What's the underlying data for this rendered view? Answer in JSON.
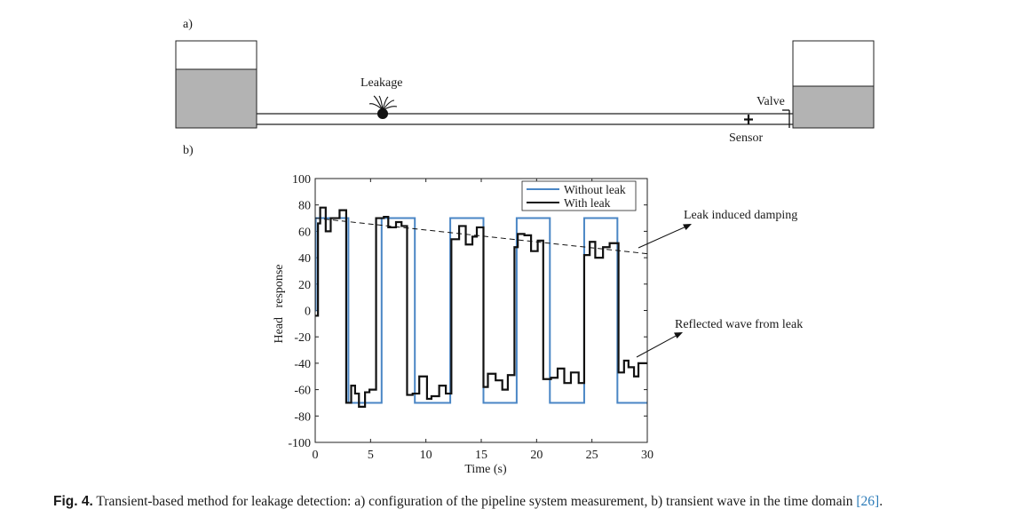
{
  "panels": {
    "a_label": "a)",
    "b_label": "b)"
  },
  "diagram": {
    "leakage_label": "Leakage",
    "valve_label": "Valve",
    "sensor_label": "Sensor"
  },
  "chart_data": {
    "type": "line",
    "xlabel": "Time (s)",
    "ylabel": "Head   response",
    "xlim": [
      0,
      30
    ],
    "ylim": [
      -100,
      100
    ],
    "xticks": [
      0,
      5,
      10,
      15,
      20,
      25,
      30
    ],
    "yticks": [
      100,
      80,
      60,
      40,
      20,
      0,
      -20,
      -40,
      -60,
      -80,
      -100
    ],
    "grid": false,
    "legend": "top-right",
    "series": [
      {
        "name": "Without leak",
        "color": "#4a86c5",
        "x": [
          0,
          0.05,
          0.05,
          3,
          3,
          6,
          6,
          9,
          9,
          12.2,
          12.2,
          15.2,
          15.2,
          18.2,
          18.2,
          21.2,
          21.2,
          24.3,
          24.3,
          27.3,
          27.3,
          30
        ],
        "y": [
          0,
          0,
          70,
          70,
          -70,
          -70,
          70,
          70,
          -70,
          -70,
          70,
          70,
          -70,
          -70,
          70,
          70,
          -70,
          -70,
          70,
          70,
          -70,
          -70
        ]
      },
      {
        "name": "With leak",
        "color": "#111111",
        "x": [
          0,
          0.25,
          0.25,
          0.45,
          0.45,
          0.95,
          0.95,
          1.4,
          1.4,
          2.2,
          2.2,
          2.8,
          2.8,
          3.25,
          3.25,
          3.6,
          3.6,
          3.95,
          3.95,
          4.5,
          4.5,
          4.9,
          4.9,
          5.5,
          5.5,
          6.2,
          6.2,
          6.6,
          6.6,
          7.3,
          7.3,
          7.8,
          7.8,
          8.3,
          8.3,
          8.8,
          8.8,
          9.4,
          9.4,
          10.1,
          10.1,
          10.5,
          10.5,
          11.2,
          11.2,
          11.8,
          11.8,
          12.3,
          12.3,
          13,
          13,
          13.6,
          13.6,
          14.2,
          14.2,
          14.6,
          14.6,
          15.2,
          15.2,
          15.6,
          15.6,
          16.3,
          16.3,
          16.9,
          16.9,
          17.4,
          17.4,
          18,
          18,
          18.3,
          18.3,
          18.9,
          18.9,
          19.5,
          19.5,
          20.1,
          20.1,
          20.6,
          20.6,
          21.3,
          21.3,
          21.9,
          21.9,
          22.5,
          22.5,
          23.1,
          23.1,
          23.8,
          23.8,
          24.3,
          24.3,
          24.8,
          24.8,
          25.3,
          25.3,
          26,
          26,
          26.6,
          26.6,
          27.4,
          27.4,
          27.9,
          27.9,
          28.3,
          28.3,
          28.8,
          28.8,
          29.2,
          29.2,
          30
        ],
        "y": [
          -4,
          -4,
          66,
          66,
          78,
          78,
          60,
          60,
          70,
          70,
          76,
          76,
          -70,
          -70,
          -57,
          -57,
          -63,
          -63,
          -73,
          -73,
          -62,
          -62,
          -60,
          -60,
          70,
          70,
          71,
          71,
          63,
          63,
          67,
          67,
          64,
          64,
          -64,
          -64,
          -63,
          -63,
          -50,
          -50,
          -67,
          -67,
          -65,
          -65,
          -57,
          -57,
          -63,
          -63,
          54,
          54,
          64,
          64,
          50,
          50,
          56,
          56,
          63,
          63,
          -58,
          -58,
          -48,
          -48,
          -53,
          -53,
          -60,
          -60,
          -49,
          -49,
          48,
          48,
          58,
          58,
          57,
          57,
          45,
          45,
          53,
          53,
          -52,
          -52,
          -51,
          -51,
          -44,
          -44,
          -55,
          -55,
          -47,
          -47,
          -55,
          -55,
          42,
          42,
          52,
          52,
          40,
          40,
          48,
          48,
          51,
          51,
          -47,
          -47,
          -38,
          -38,
          -43,
          -43,
          -50,
          -50,
          -40,
          -40
        ]
      }
    ],
    "annotations": [
      "Leak induced damping",
      "Reflected wave from leak"
    ],
    "trend": {
      "x": [
        0,
        30
      ],
      "y": [
        70,
        43
      ]
    }
  },
  "caption": {
    "fig_label": "Fig. 4.",
    "text": "Transient-based method for leakage detection: a) configuration of the pipeline system measurement, b) transient wave in the time domain",
    "ref": "[26]",
    "end": "."
  }
}
